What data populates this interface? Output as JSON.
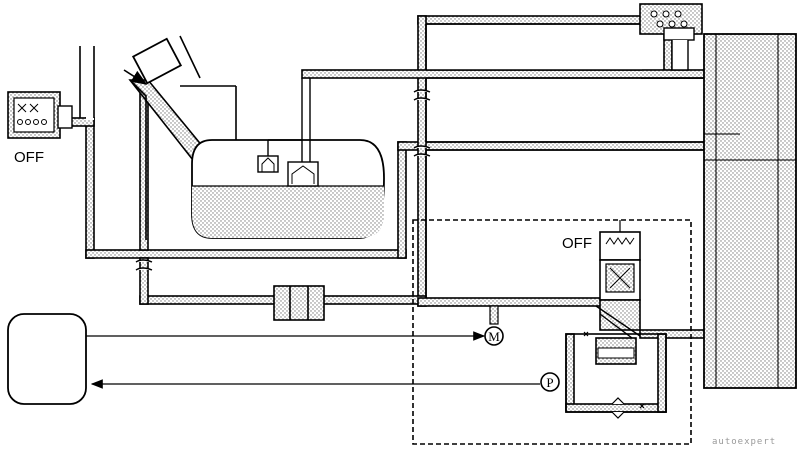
{
  "labels": {
    "left_switch_state": "OFF",
    "valve_state": "OFF",
    "motor_symbol": "M",
    "pressure_symbol": "P"
  },
  "watermark": {
    "text": "autoexpert"
  },
  "colors": {
    "line": "#000000",
    "pipe_fill": "#d9d9d9",
    "background": "#ffffff",
    "dashed_box": "#000000"
  }
}
